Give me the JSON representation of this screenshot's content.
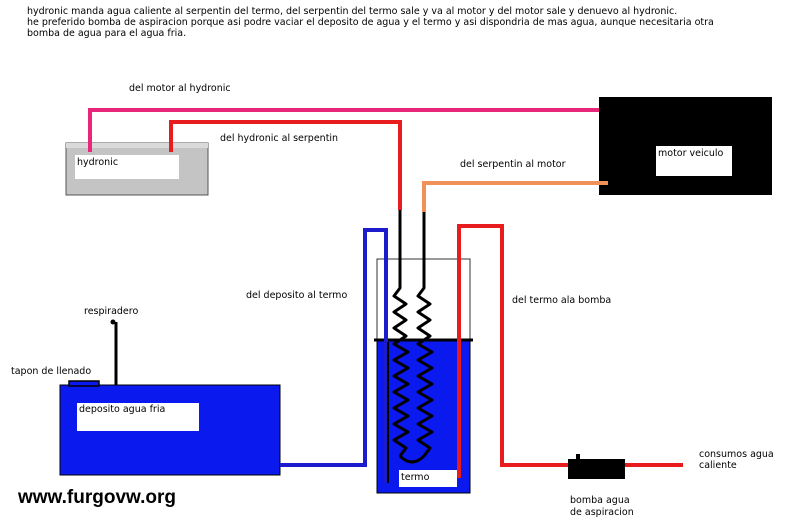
{
  "description": [
    "hydronic manda agua caliente al serpentin del termo, del serpentin del termo sale y va al motor y del motor sale y denuevo al hydronic.",
    "he preferido bomba de aspiracion porque asi podre vaciar el deposito de agua y el termo y asi dispondria de mas agua, aunque necesitaria otra",
    "bomba de agua para el agua fria."
  ],
  "pipes": {
    "motor_to_hydronic": "del motor al hydronic",
    "hydronic_to_coil": "del hydronic al serpentin",
    "coil_to_motor": "del serpentin al motor",
    "tank_to_boiler": "del deposito al termo",
    "boiler_to_pump": "del termo ala bomba"
  },
  "components": {
    "hydronic": "hydronic",
    "engine": "motor veiculo",
    "tank": "deposito agua fria",
    "boiler": "termo",
    "breather": "respiradero",
    "fill_cap": "tapon de llenado",
    "pump": [
      "bomba agua",
      "de aspiracion"
    ],
    "outlet": [
      "consumos agua",
      "caliente"
    ]
  },
  "watermark": "www.furgovw.org",
  "colors": {
    "hot_pink": "#e8267a",
    "hot_red": "#e81c1c",
    "return_orange": "#f0915a",
    "cold_blue": "#1c1ccc",
    "tank_blue": "#0a1aee",
    "coil_black": "#000000"
  }
}
